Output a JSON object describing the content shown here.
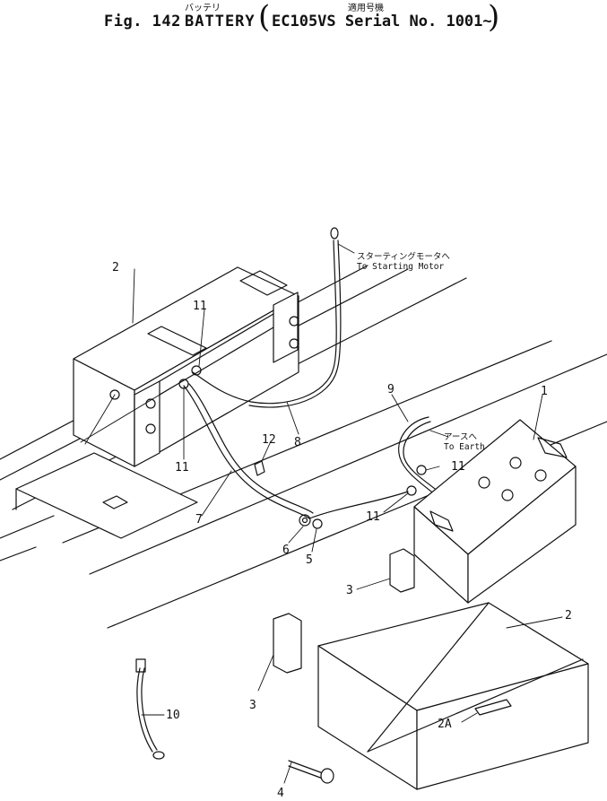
{
  "header": {
    "figure_no": "Fig. 142",
    "title": "BATTERY",
    "title_jp": "バッテリ",
    "applicable_jp": "適用号機",
    "model_serial": "EC105VS Serial No. 1001~"
  },
  "notes": {
    "starting_motor_jp": "スターティングモータへ",
    "starting_motor_en": "To Starting Motor",
    "earth_jp": "アースへ",
    "earth_en": "To Earth"
  },
  "callouts": {
    "c1": "1",
    "c2_left": "2",
    "c2_right": "2",
    "c2a": "2A",
    "c3_upper": "3",
    "c3_lower": "3",
    "c4": "4",
    "c5": "5",
    "c6": "6",
    "c7": "7",
    "c8": "8",
    "c9": "9",
    "c10": "10",
    "c11_a": "11",
    "c11_b": "11",
    "c11_c": "11",
    "c11_d": "11",
    "c12": "12"
  },
  "colors": {
    "ink": "#111111",
    "paper": "#ffffff"
  }
}
